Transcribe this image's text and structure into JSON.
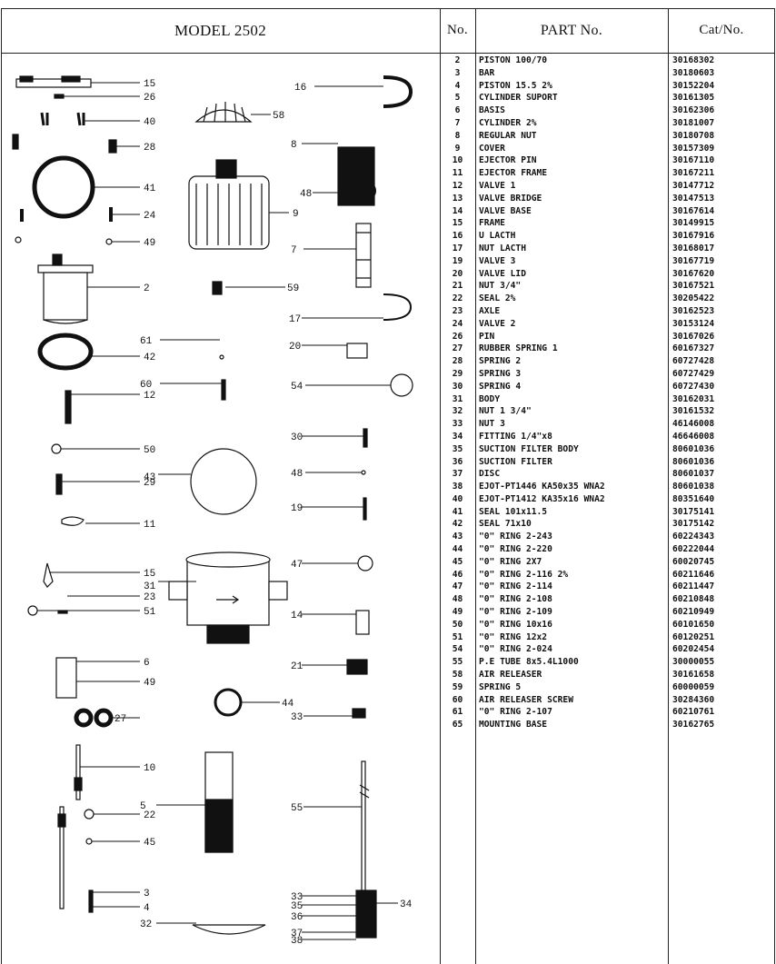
{
  "header": {
    "model": "MODEL 2502",
    "no": "No.",
    "part_no": "PART No.",
    "cat_no": "Cat/No."
  },
  "diagram_callouts": [
    "15",
    "26",
    "40",
    "28",
    "41",
    "24",
    "49",
    "2",
    "61",
    "42",
    "60",
    "12",
    "50",
    "43",
    "29",
    "11",
    "15",
    "31",
    "23",
    "51",
    "6",
    "49",
    "27",
    "10",
    "5",
    "22",
    "45",
    "3",
    "4",
    "32",
    "16",
    "58",
    "8",
    "48",
    "9",
    "7",
    "59",
    "17",
    "20",
    "54",
    "30",
    "48",
    "19",
    "47",
    "14",
    "21",
    "44",
    "33",
    "55",
    "33",
    "35",
    "36",
    "34",
    "37",
    "38"
  ],
  "parts": [
    {
      "no": "2",
      "part": "PISTON 100/70",
      "cat": "30168302"
    },
    {
      "no": "3",
      "part": "BAR",
      "cat": "30180603"
    },
    {
      "no": "4",
      "part": "PISTON 15.5 2%",
      "cat": "30152204"
    },
    {
      "no": "5",
      "part": "CYLINDER SUPORT",
      "cat": "30161305"
    },
    {
      "no": "6",
      "part": "BASIS",
      "cat": "30162306"
    },
    {
      "no": "7",
      "part": "CYLINDER 2%",
      "cat": "30181007"
    },
    {
      "no": "8",
      "part": "REGULAR NUT",
      "cat": "30180708"
    },
    {
      "no": "9",
      "part": "COVER",
      "cat": "30157309"
    },
    {
      "no": "10",
      "part": "EJECTOR PIN",
      "cat": "30167110"
    },
    {
      "no": "11",
      "part": "EJECTOR FRAME",
      "cat": "30167211"
    },
    {
      "no": "12",
      "part": "VALVE 1",
      "cat": "30147712"
    },
    {
      "no": "13",
      "part": "VALVE BRIDGE",
      "cat": "30147513"
    },
    {
      "no": "14",
      "part": "VALVE BASE",
      "cat": "30167614"
    },
    {
      "no": "15",
      "part": "FRAME",
      "cat": "30149915"
    },
    {
      "no": "16",
      "part": "U LACTH",
      "cat": "30167916"
    },
    {
      "no": "17",
      "part": "NUT LACTH",
      "cat": "30168017"
    },
    {
      "no": "19",
      "part": "VALVE 3",
      "cat": "30167719"
    },
    {
      "no": "20",
      "part": "VALVE LID",
      "cat": "30167620"
    },
    {
      "no": "21",
      "part": "NUT 3/4\"",
      "cat": "30167521"
    },
    {
      "no": "22",
      "part": "SEAL 2%",
      "cat": "30205422"
    },
    {
      "no": "23",
      "part": "AXLE",
      "cat": "30162523"
    },
    {
      "no": "24",
      "part": "VALVE 2",
      "cat": "30153124"
    },
    {
      "no": "26",
      "part": "PIN",
      "cat": "30167026"
    },
    {
      "no": "27",
      "part": "RUBBER SPRING 1",
      "cat": "60167327"
    },
    {
      "no": "28",
      "part": "SPRING 2",
      "cat": "60727428"
    },
    {
      "no": "29",
      "part": "SPRING 3",
      "cat": "60727429"
    },
    {
      "no": "30",
      "part": "SPRING 4",
      "cat": "60727430"
    },
    {
      "no": "31",
      "part": "BODY",
      "cat": "30162031"
    },
    {
      "no": "32",
      "part": "NUT 1 3/4\"",
      "cat": "30161532"
    },
    {
      "no": "33",
      "part": "NUT 3",
      "cat": "46146008"
    },
    {
      "no": "34",
      "part": "FITTING 1/4\"x8",
      "cat": "46646008"
    },
    {
      "no": "35",
      "part": "SUCTION FILTER BODY",
      "cat": "80601036"
    },
    {
      "no": "36",
      "part": "SUCTION FILTER",
      "cat": "80601036"
    },
    {
      "no": "37",
      "part": "DISC",
      "cat": "80601037"
    },
    {
      "no": "38",
      "part": "EJOT-PT1446 KA50x35 WNA2",
      "cat": "80601038"
    },
    {
      "no": "40",
      "part": "EJOT-PT1412 KA35x16 WNA2",
      "cat": "80351640"
    },
    {
      "no": "41",
      "part": "SEAL 101x11.5",
      "cat": "30175141"
    },
    {
      "no": "42",
      "part": "SEAL 71x10",
      "cat": "30175142"
    },
    {
      "no": "43",
      "part": "\"0\" RING 2-243",
      "cat": "60224343"
    },
    {
      "no": "44",
      "part": "\"0\" RING 2-220",
      "cat": "60222044"
    },
    {
      "no": "45",
      "part": "\"0\" RING 2X7",
      "cat": "60020745"
    },
    {
      "no": "46",
      "part": "\"0\" RING 2-116 2%",
      "cat": "60211646"
    },
    {
      "no": "47",
      "part": "\"0\" RING 2-114",
      "cat": "60211447"
    },
    {
      "no": "48",
      "part": "\"0\" RING 2-108",
      "cat": "60210848"
    },
    {
      "no": "49",
      "part": "\"0\" RING 2-109",
      "cat": "60210949"
    },
    {
      "no": "50",
      "part": "\"0\" RING 10x16",
      "cat": "60101650"
    },
    {
      "no": "51",
      "part": "\"0\" RING 12x2",
      "cat": "60120251"
    },
    {
      "no": "54",
      "part": "\"0\" RING 2-024",
      "cat": "60202454"
    },
    {
      "no": "55",
      "part": "P.E TUBE 8x5.4L1000",
      "cat": "30000055"
    },
    {
      "no": "58",
      "part": "AIR RELEASER",
      "cat": "30161658"
    },
    {
      "no": "59",
      "part": "SPRING 5",
      "cat": "60000059"
    },
    {
      "no": "60",
      "part": "AIR RELEASER SCREW",
      "cat": "30284360"
    },
    {
      "no": "61",
      "part": "\"0\" RING 2-107",
      "cat": "60210761"
    },
    {
      "no": "65",
      "part": "MOUNTING BASE",
      "cat": "30162765"
    }
  ]
}
